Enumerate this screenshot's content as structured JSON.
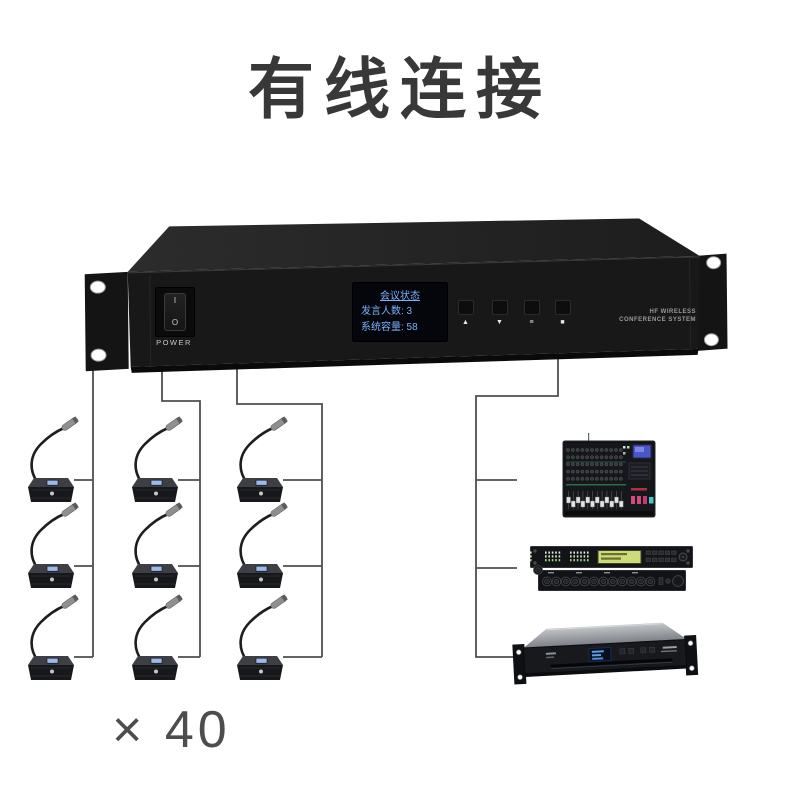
{
  "title": "有线连接",
  "host": {
    "power_label": "POWER",
    "switch": {
      "on": "I",
      "off": "O"
    },
    "lcd": {
      "line1": "会议状态",
      "line2": "发言人数: 3",
      "line3": "系统容量: 58"
    },
    "buttons": [
      "▲",
      "▼",
      "≡",
      "■"
    ],
    "brand": {
      "line1": "HF WIRELESS",
      "line2": "CONFERENCE SYSTEM"
    }
  },
  "mic_group": {
    "count_label": "× 40",
    "rows": 3,
    "columns": 3
  },
  "colors": {
    "lcd_text": "#7db0ff",
    "connection_line": "#4f4f4f",
    "title_text": "#383838",
    "device_body": "#161616"
  }
}
